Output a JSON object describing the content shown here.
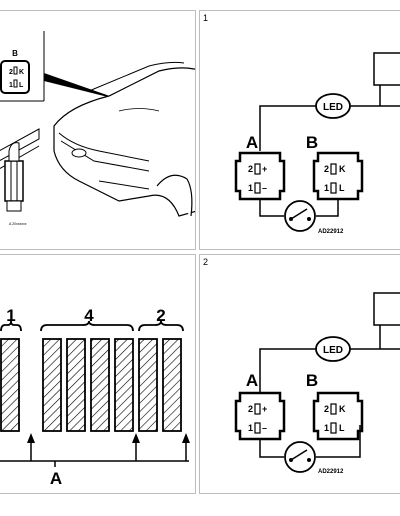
{
  "figure_top_left": {
    "connector_letter": "B",
    "pin_2": "2",
    "pin_2_mark": "K",
    "pin_1": "1",
    "pin_1_mark": "L",
    "ref_code": "A 20xxxxxx"
  },
  "figure_top_right": {
    "panel_number": "1",
    "led_label": "LED",
    "connector_a": "A",
    "connector_b": "B",
    "a_pin_2": "2",
    "a_pin_2_mark": "+",
    "a_pin_1": "1",
    "a_pin_1_mark": "–",
    "b_pin_2": "2",
    "b_pin_2_mark": "K",
    "b_pin_1": "1",
    "b_pin_1_mark": "L",
    "ref_code": "AD22912"
  },
  "figure_bottom_left": {
    "group_1": "1",
    "group_4": "4",
    "group_2": "2",
    "axis_letter": "A"
  },
  "figure_bottom_right": {
    "panel_number": "2",
    "led_label": "LED",
    "connector_a": "A",
    "connector_b": "B",
    "a_pin_2": "2",
    "a_pin_2_mark": "+",
    "a_pin_1": "1",
    "a_pin_1_mark": "–",
    "b_pin_2": "2",
    "b_pin_2_mark": "K",
    "b_pin_1": "1",
    "b_pin_1_mark": "L",
    "ref_code": "AD22912"
  }
}
